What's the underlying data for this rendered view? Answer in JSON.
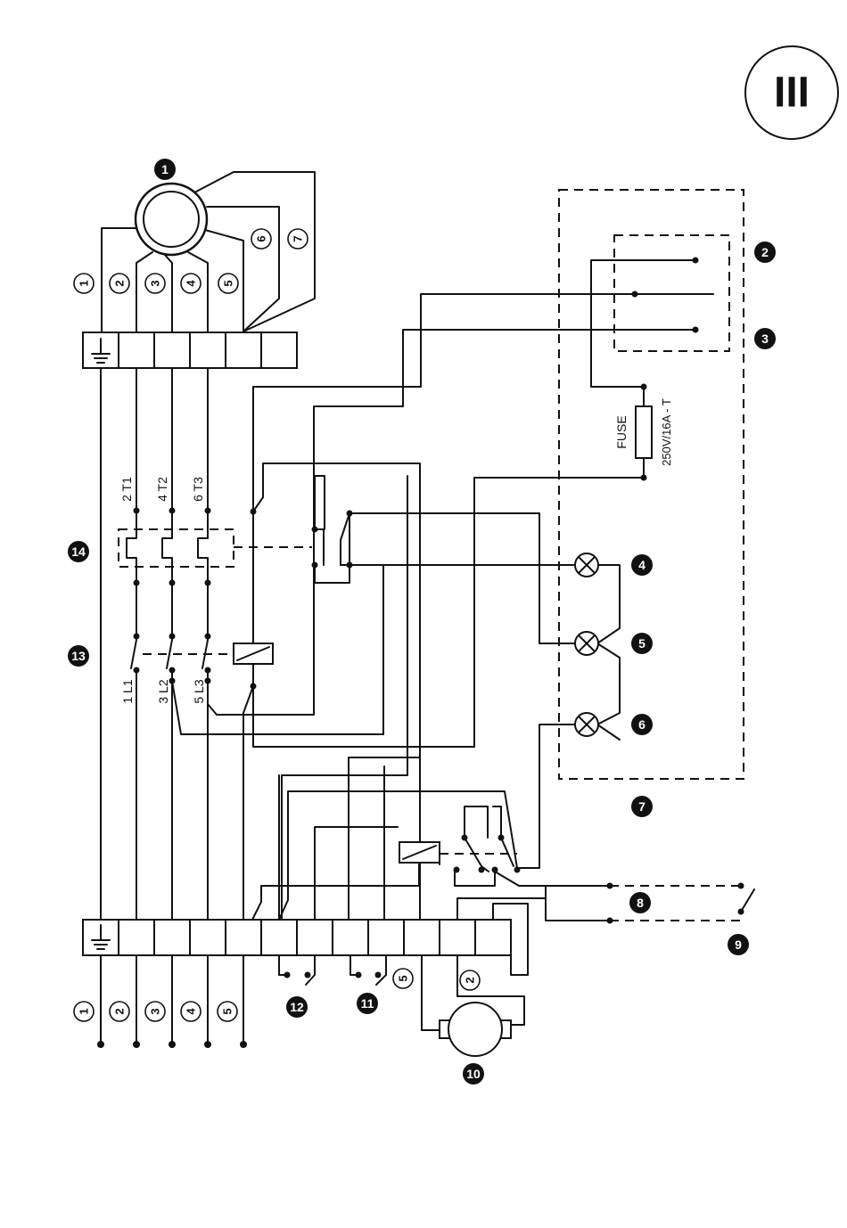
{
  "page_badge": "III",
  "fuse": {
    "label": "FUSE",
    "rating": "250V/16A - T"
  },
  "contactor_terminals_top": [
    "2 T1",
    "4 T2",
    "6 T3"
  ],
  "contactor_terminals_bottom": [
    "1 L1",
    "3 L2",
    "5 L3"
  ],
  "motor_terminal_circles": [
    "1",
    "2",
    "3",
    "4",
    "5",
    "6",
    "7"
  ],
  "supply_terminal_circles": [
    "1",
    "2",
    "3",
    "4",
    "5"
  ],
  "wire_circles": {
    "fan_side": "5",
    "fan_return": "2"
  },
  "callouts": [
    "1",
    "2",
    "3",
    "4",
    "5",
    "6",
    "7",
    "8",
    "9",
    "10",
    "11",
    "12",
    "13",
    "14"
  ],
  "colors": {
    "line": "#111111",
    "background": "#ffffff"
  }
}
